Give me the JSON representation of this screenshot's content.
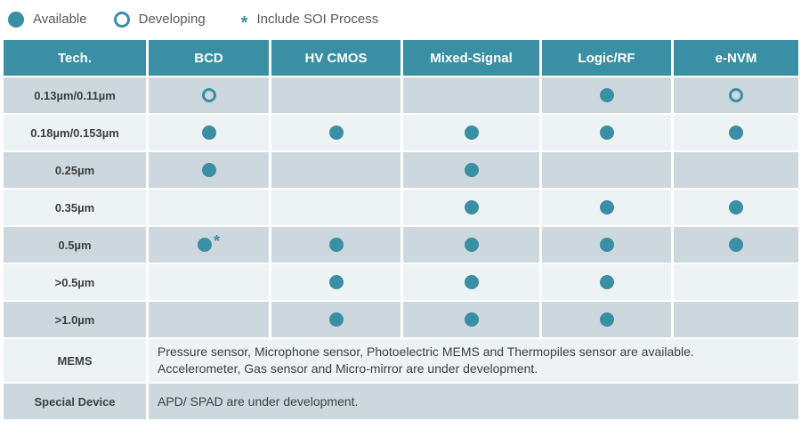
{
  "colors": {
    "accent_teal": "#3a8fa4",
    "row_dark": "#ccd8dd",
    "row_light": "#edf2f4",
    "header_text": "#ffffff",
    "body_text": "#3e3e3e",
    "legend_text": "#58585a"
  },
  "legend": {
    "available_icon": "filled-circle",
    "available_label": "Available",
    "developing_icon": "open-circle",
    "developing_label": "Developing",
    "soi_symbol": "*",
    "soi_label": "Include SOI Process"
  },
  "chart_data": {
    "type": "table",
    "title": "",
    "legend_entries": [
      "Available",
      "Developing",
      "* Include SOI Process"
    ],
    "columns": [
      "Tech.",
      "BCD",
      "HV CMOS",
      "Mixed-Signal",
      "Logic/RF",
      "e-NVM"
    ],
    "rows": [
      {
        "tech": "0.13µm/0.11µm",
        "cells": [
          "developing",
          "",
          "",
          "available",
          "developing"
        ]
      },
      {
        "tech": "0.18µm/0.153µm",
        "cells": [
          "available",
          "available",
          "available",
          "available",
          "available"
        ]
      },
      {
        "tech": "0.25µm",
        "cells": [
          "available",
          "",
          "available",
          "",
          ""
        ]
      },
      {
        "tech": "0.35µm",
        "cells": [
          "",
          "",
          "available",
          "available",
          "available"
        ]
      },
      {
        "tech": "0.5µm",
        "cells": [
          "available-soi",
          "available",
          "available",
          "available",
          "available"
        ]
      },
      {
        "tech": ">0.5µm",
        "cells": [
          "",
          "available",
          "available",
          "available",
          ""
        ]
      },
      {
        "tech": ">1.0µm",
        "cells": [
          "",
          "available",
          "available",
          "available",
          ""
        ]
      }
    ],
    "text_rows": [
      {
        "tech": "MEMS",
        "line1": "Pressure sensor, Microphone sensor, Photoelectric MEMS and Thermopiles sensor are available.",
        "line2": "Accelerometer, Gas sensor and Micro-mirror are under development."
      },
      {
        "tech": "Special Device",
        "line1": "APD/ SPAD are under development.",
        "line2": ""
      }
    ]
  }
}
